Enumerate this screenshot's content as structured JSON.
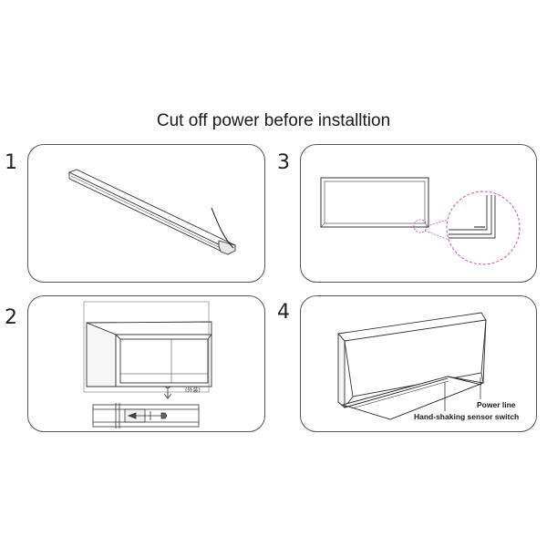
{
  "title": "Cut off power before installtion",
  "steps": [
    {
      "number": "1"
    },
    {
      "number": "3"
    },
    {
      "number": "2",
      "side_note": "(外装)"
    },
    {
      "number": "4",
      "callouts": [
        "Power line",
        "Hand-shaking sensor switch"
      ]
    }
  ]
}
